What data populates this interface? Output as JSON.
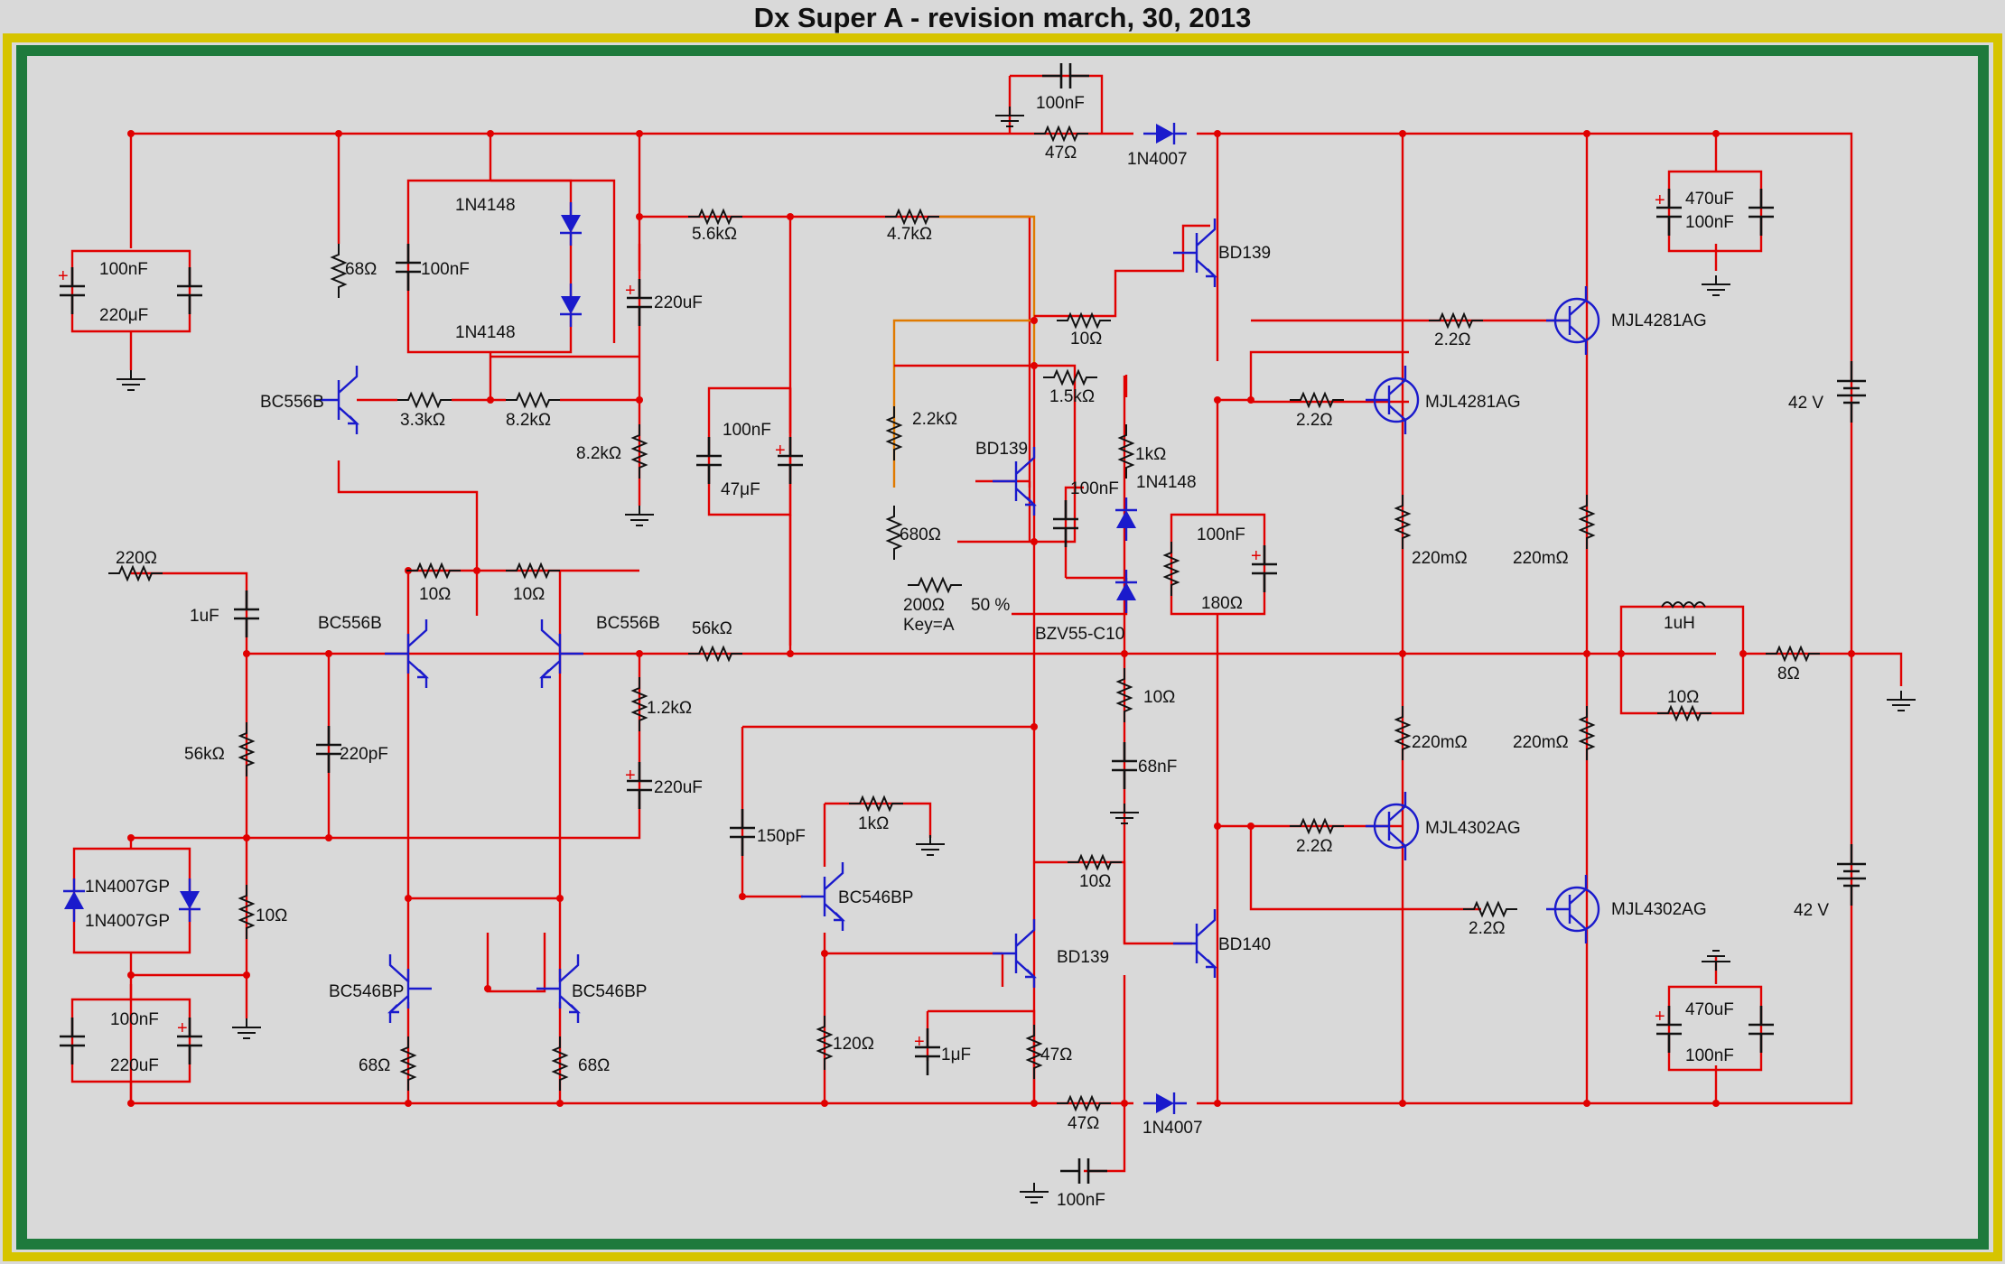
{
  "title": "Dx Super A - revision march, 30, 2013",
  "colors": {
    "wire": "#e00000",
    "device": "#1a1acc",
    "alt_wire": "#e07a00",
    "frame_outer": "#d6c400",
    "frame_inner": "#1e7a3c",
    "background": "#d9d9d9"
  },
  "labels": {
    "c_top_fb": "100nF",
    "r_top_47": "47Ω",
    "d_top": "1N4007",
    "r_56k_top": "5.6kΩ",
    "r_47k_top": "4.7kΩ",
    "q_bd139_top": "BD139",
    "c_ps_tl_100n": "100nF",
    "c_ps_tl_220u": "220μF",
    "r_68": "68Ω",
    "c_100n_diode": "100nF",
    "d_1n4148_a": "1N4148",
    "d_1n4148_b": "1N4148",
    "c_220u_mid": "220uF",
    "r_82k_vert": "8.2kΩ",
    "q_bc556_top": "BC556B",
    "r_33k": "3.3kΩ",
    "r_82k_horiz": "8.2kΩ",
    "c_100n_47u_a": "100nF",
    "c_47u": "47μF",
    "r_22k": "2.2kΩ",
    "q_bd139_mid": "BD139",
    "r_15k": "1.5kΩ",
    "r_1k_vbe": "1kΩ",
    "c_100n_vbe": "100nF",
    "d_1n4148_vbe": "1N4148",
    "r_680": "680Ω",
    "pot_200": "200Ω",
    "pot_pct": "50 %",
    "pot_key": "Key=A",
    "r_10_bd": "10Ω",
    "zener": "BZV55-C10",
    "c_100n_boot": "100nF",
    "r_180": "180Ω",
    "r_220_in": "220Ω",
    "c_1u_in": "1uF",
    "q_bc556_l": "BC556B",
    "q_bc556_r": "BC556B",
    "r_10_l": "10Ω",
    "r_10_r": "10Ω",
    "r_56k_fb": "56kΩ",
    "r_56k_in": "56kΩ",
    "c_220p": "220pF",
    "r_12k": "1.2kΩ",
    "c_220u_fb": "220uF",
    "d_1n4007gp_a": "1N4007GP",
    "d_1n4007gp_b": "1N4007GP",
    "r_10_gnd": "10Ω",
    "c_ps_bl_100n": "100nF",
    "c_ps_bl_220u": "220uF",
    "q_bc546_l": "BC546BP",
    "q_bc546_r": "BC546BP",
    "r_68_l": "68Ω",
    "r_68_r": "68Ω",
    "c_150p": "150pF",
    "r_1k_vas": "1kΩ",
    "q_bc546_vas": "BC546BP",
    "r_120": "120Ω",
    "c_1u_vas": "1μF",
    "r_47_vas": "47Ω",
    "q_bd139_low": "BD139",
    "r_10_bd140": "10Ω",
    "q_bd140": "BD140",
    "r_47_bot": "47Ω",
    "d_bot": "1N4007",
    "c_bot_fb": "100nF",
    "r_10_zob": "10Ω",
    "c_68n": "68nF",
    "r_22_a": "2.2Ω",
    "r_22_b": "2.2Ω",
    "r_22_c": "2.2Ω",
    "r_22_d": "2.2Ω",
    "q_mjl4281_a": "MJL4281AG",
    "q_mjl4281_b": "MJL4281AG",
    "q_mjl4302_a": "MJL4302AG",
    "q_mjl4302_b": "MJL4302AG",
    "r_220m_a": "220mΩ",
    "r_220m_b": "220mΩ",
    "r_220m_c": "220mΩ",
    "r_220m_d": "220mΩ",
    "l_1uh": "1uH",
    "r_10_out": "10Ω",
    "r_8_load": "8Ω",
    "c_ps_tr_470u": "470uF",
    "c_ps_tr_100n": "100nF",
    "c_ps_br_470u": "470uF",
    "c_ps_br_100n": "100nF",
    "v_top": "42 V",
    "v_bot": "42 V"
  }
}
